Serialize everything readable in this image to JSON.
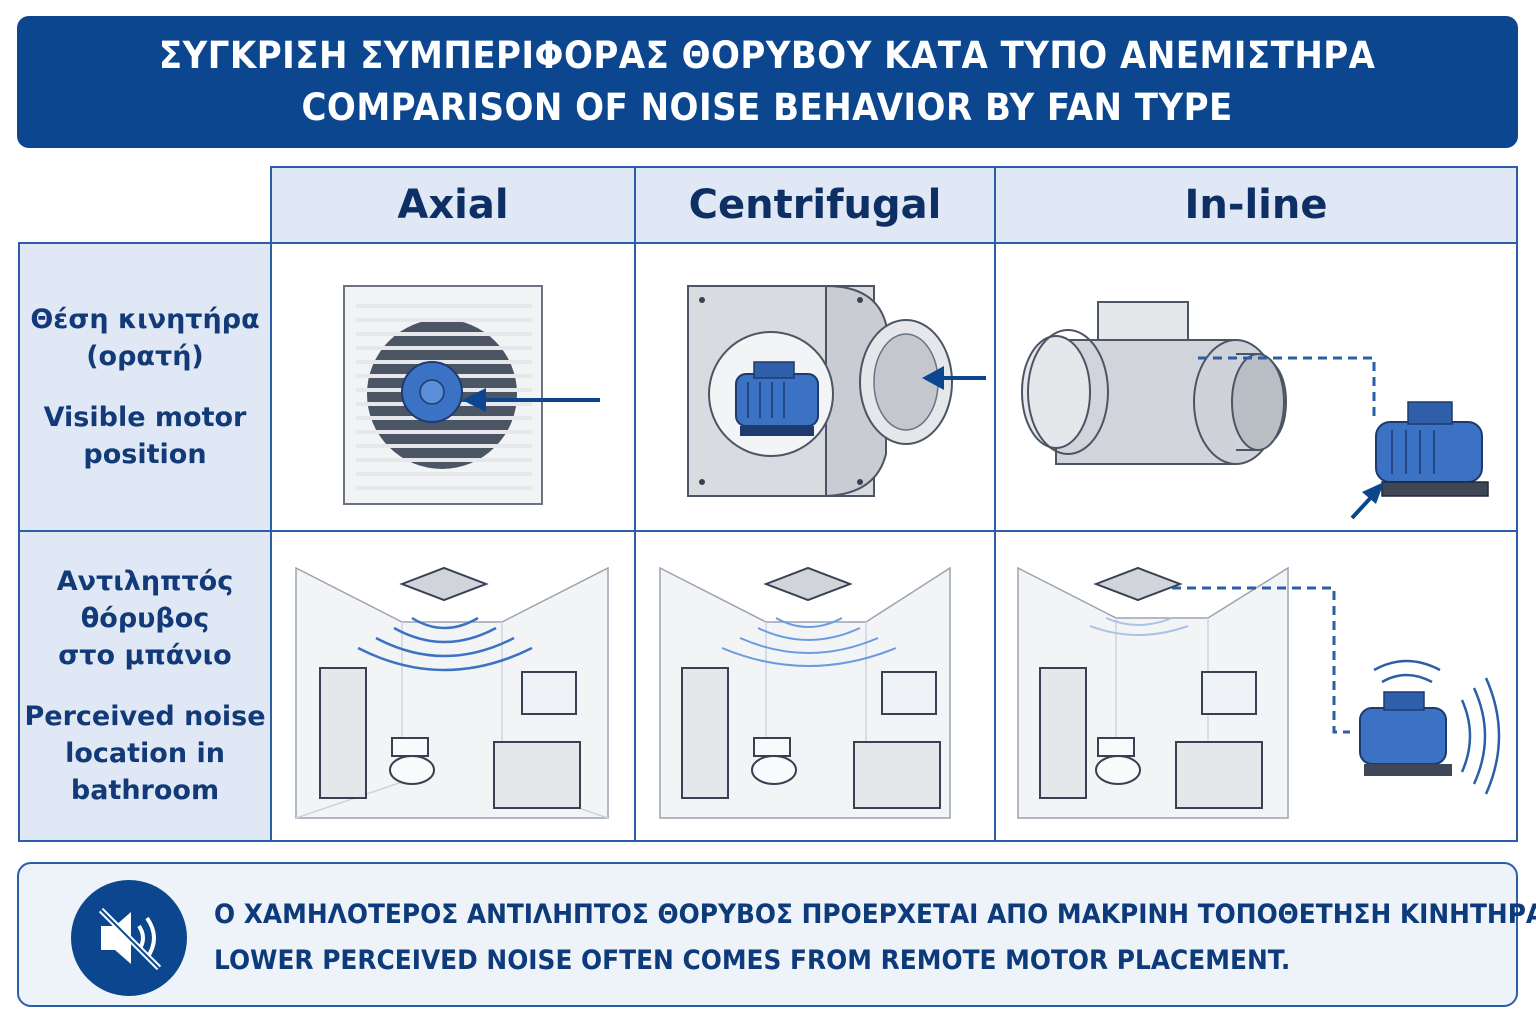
{
  "header": {
    "title_greek": "ΣΥΓΚΡΙΣΗ ΣΥΜΠΕΡΙΦΟΡΑΣ ΘΟΡΥΒΟΥ ΚΑΤΑ ΤΥΠΟ ΑΝΕΜΙΣΤΗΡΑ",
    "title_english": "COMPARISON OF NOISE BEHAVIOR BY FAN TYPE"
  },
  "columns": [
    "Axial",
    "Centrifugal",
    "In-line"
  ],
  "rows": [
    {
      "greek_line1": "Θέση κινητήρα",
      "greek_line2": "(ορατή)",
      "english_line1": "Visible motor",
      "english_line2": "position",
      "english_line3": ""
    },
    {
      "greek_line1": "Αντιληπτός θόρυβος",
      "greek_line2": "στο μπάνιο",
      "english_line1": "Perceived noise",
      "english_line2": "location in",
      "english_line3": "bathroom"
    }
  ],
  "footer": {
    "icon": "speaker-muted-icon",
    "text_greek": "Ο ΧΑΜΗΛΟΤΕΡΟΣ ΑΝΤΙΛΗΠΤΟΣ ΘΟΡΥΒΟΣ ΠΡΟΕΡΧΕΤΑΙ ΑΠΟ ΜΑΚΡΙΝΗ ΤΟΠΟΘΕΤΗΣΗ ΚΙΝΗΤΗΡΑ.",
    "text_english": "LOWER PERCEIVED NOISE OFTEN COMES FROM REMOTE MOTOR PLACEMENT."
  },
  "colors": {
    "primary": "#0b468e",
    "accent": "#2a5ea8",
    "motor_blue": "#3b72c4",
    "header_bg": "#dfe8f4"
  }
}
